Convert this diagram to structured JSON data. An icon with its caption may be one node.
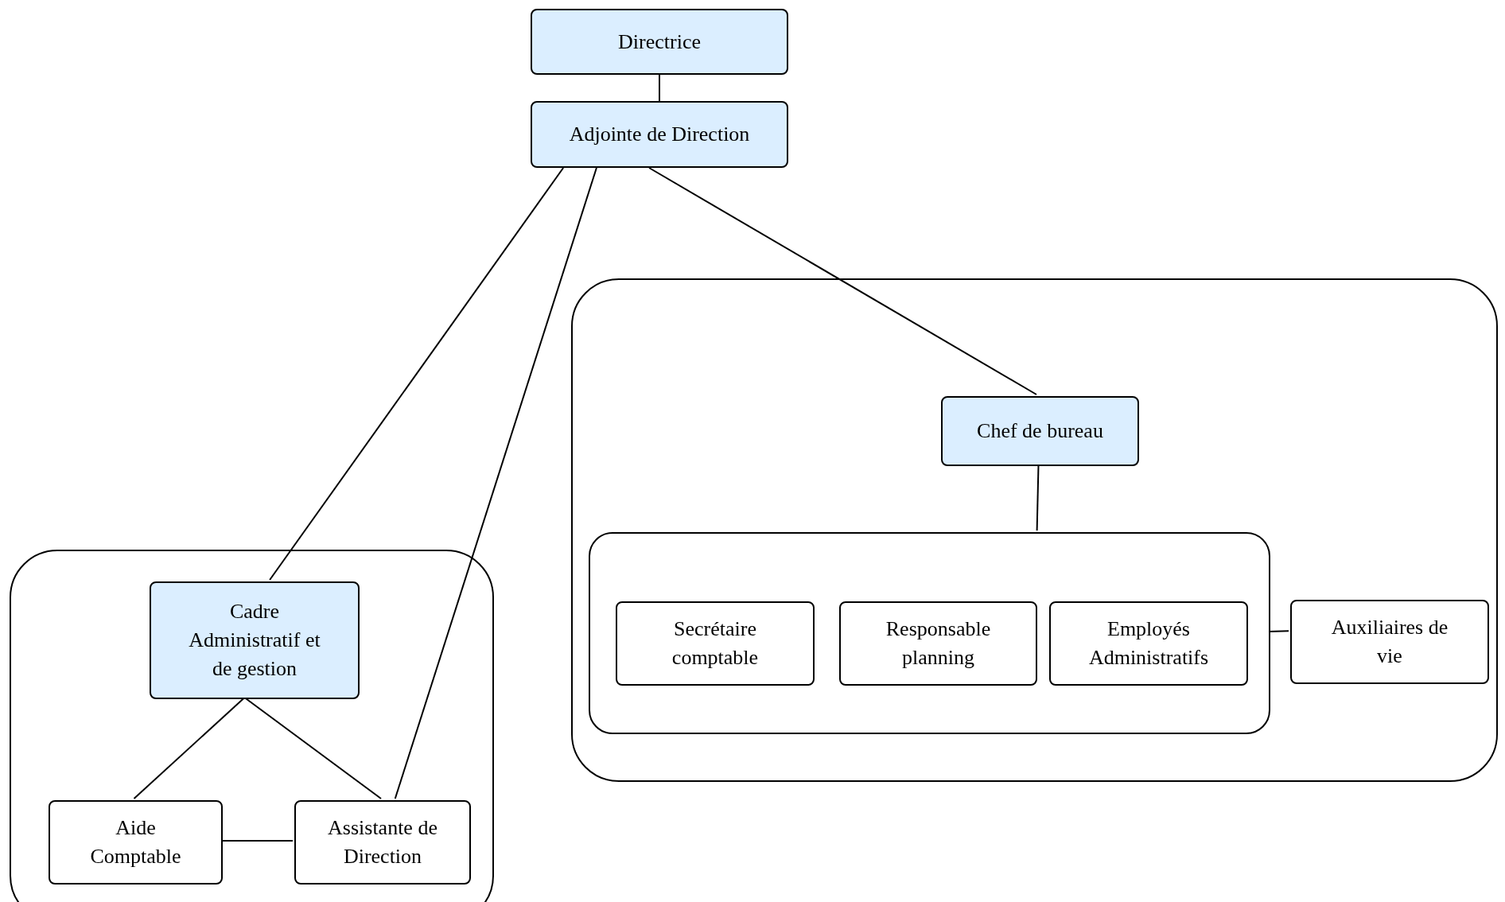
{
  "diagram": {
    "nodes": [
      {
        "text": [
          "Directrice"
        ]
      },
      {
        "text": [
          "Adjointe de Direction"
        ]
      },
      {
        "text": [],
        "shape": "box"
      },
      {
        "text": [
          "Cadre Administratif et de gestion"
        ],
        "in": 2
      },
      {
        "text": [
          "Aide Comptable"
        ],
        "in": 2
      },
      {
        "text": [
          "Assistante de Direction"
        ],
        "in": 2
      },
      {
        "text": [],
        "shape": "box"
      },
      {
        "text": [
          "Chef de bureau"
        ],
        "in": 6
      },
      {
        "text": [],
        "shape": "box",
        "in": 6
      },
      {
        "text": [
          "Secrétaire comptable"
        ],
        "in": 8
      },
      {
        "text": [
          "Responsable planning"
        ],
        "in": 8
      },
      {
        "text": [
          "Employés Administratifs"
        ],
        "in": 8
      },
      {
        "text": [
          "Auxiliaires de vie"
        ],
        "in": 6
      }
    ],
    "edges": [
      {
        "from": 0,
        "to": 1,
        "arrow": "none"
      },
      {
        "from": 1,
        "to": 3,
        "arrow": "none"
      },
      {
        "from": 1,
        "to": 5,
        "arrow": "none"
      },
      {
        "from": 1,
        "to": 7,
        "arrow": "none"
      },
      {
        "from": 7,
        "to": 8,
        "arrow": "none"
      },
      {
        "from": 3,
        "to": 4,
        "arrow": "none"
      },
      {
        "from": 3,
        "to": 5,
        "arrow": "none"
      },
      {
        "from": 4,
        "to": 5,
        "arrow": "none"
      },
      {
        "from": 8,
        "to": 12,
        "arrow": "none"
      }
    ]
  }
}
